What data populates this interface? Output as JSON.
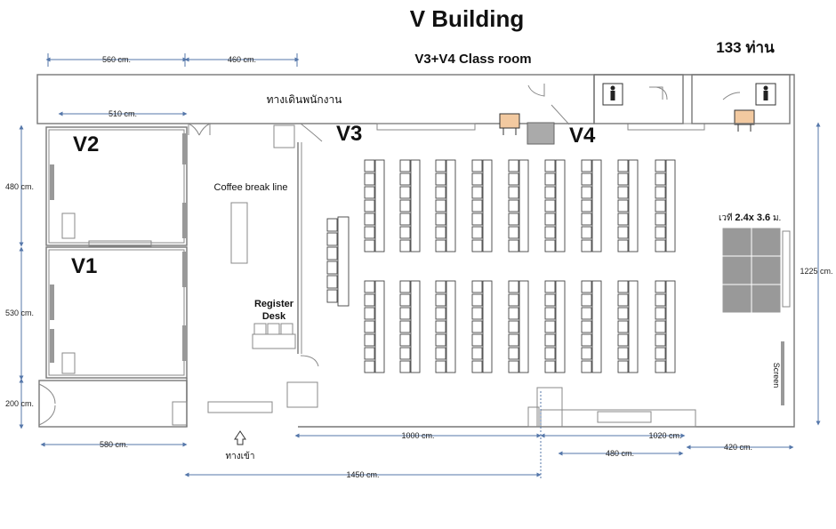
{
  "title": "V Building",
  "subtitle": "V3+V4 Class room",
  "capacity": "133 ท่าน",
  "rooms": {
    "v1": "V1",
    "v2": "V2",
    "v3": "V3",
    "v4": "V4"
  },
  "labels": {
    "corridor": "ทางเดินพนักงาน",
    "coffee": "Coffee break line",
    "register_line1": "Register",
    "register_line2": "Desk",
    "entrance": "ทางเข้า",
    "stage_prefix": "เวที ",
    "stage_size": "2.4x 3.6",
    "stage_unit": " ม.",
    "screen": "Screen"
  },
  "dimensions": {
    "d560": "560 cm.",
    "d460": "460 cm.",
    "d510": "510 cm.",
    "d480_left": "480 cm.",
    "d530": "530 cm.",
    "d200": "200 cm.",
    "d580": "580 cm.",
    "d1000": "1000 cm.",
    "d1020": "1020 cm.",
    "d480_bottom": "480 cm.",
    "d420": "420 cm.",
    "d1450": "1450 cm.",
    "d1225": "1225 cm."
  },
  "icons": [
    "restroom-icon",
    "entrance-arrow-icon",
    "projector-icon"
  ]
}
